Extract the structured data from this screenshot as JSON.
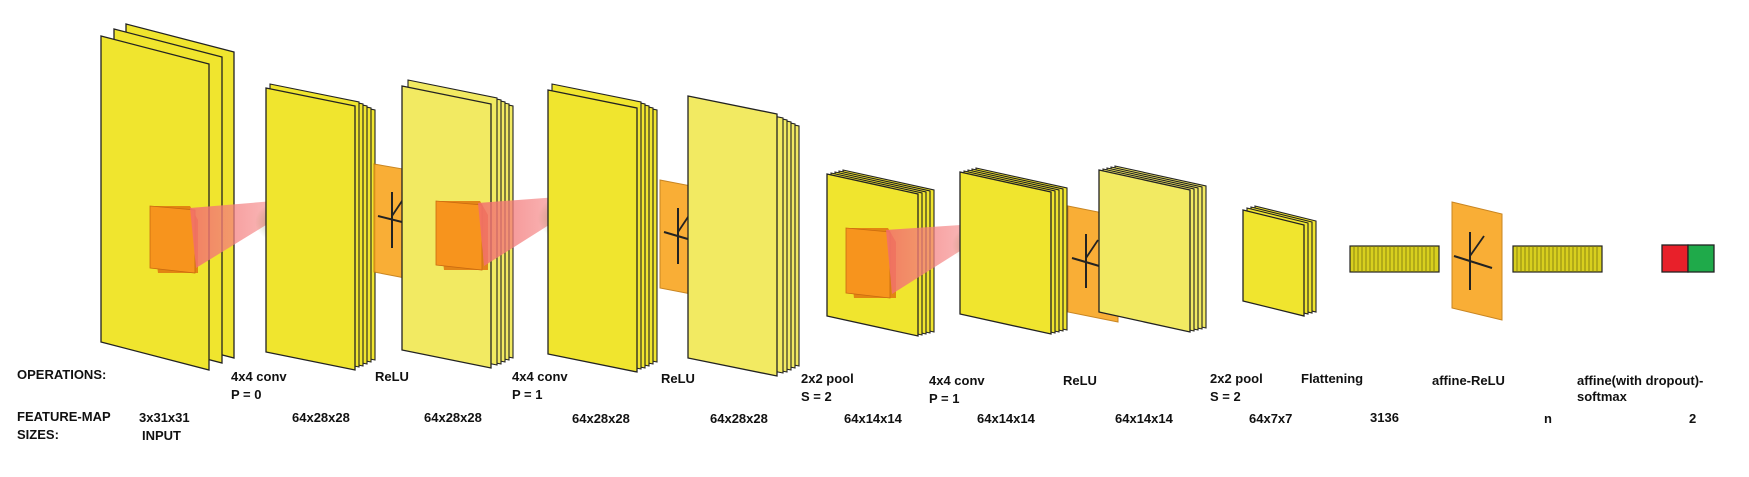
{
  "row_labels": {
    "operations": "OPERATIONS:",
    "feature_map_line1": "FEATURE-MAP",
    "feature_map_line2": "SIZES:"
  },
  "input_label": "INPUT",
  "operations": [
    {
      "name": "4x4 conv",
      "param": "P = 0"
    },
    {
      "name": "ReLU",
      "param": ""
    },
    {
      "name": "4x4 conv",
      "param": "P = 1"
    },
    {
      "name": "ReLU",
      "param": ""
    },
    {
      "name": "2x2 pool",
      "param": "S = 2"
    },
    {
      "name": "4x4 conv",
      "param": "P = 1"
    },
    {
      "name": "ReLU",
      "param": ""
    },
    {
      "name": "2x2 pool",
      "param": "S = 2"
    },
    {
      "name": "Flattening",
      "param": ""
    },
    {
      "name": "affine-ReLU",
      "param": ""
    },
    {
      "name": "affine(with dropout)-softmax",
      "param": ""
    }
  ],
  "feature_map_sizes": [
    "3x31x31",
    "64x28x28",
    "64x28x28",
    "64x28x28",
    "64x28x28",
    "64x14x14",
    "64x14x14",
    "64x14x14",
    "64x7x7",
    "3136",
    "n",
    "2"
  ],
  "colors": {
    "map_fill": "#f0e52e",
    "map_fill_light": "#f2ea62",
    "map_stroke": "#222222",
    "kernel": "#f7941d",
    "relu_plane": "#f9a825",
    "cone": "#f26d6d",
    "output_red": "#e8202a",
    "output_green": "#1faa4a"
  }
}
